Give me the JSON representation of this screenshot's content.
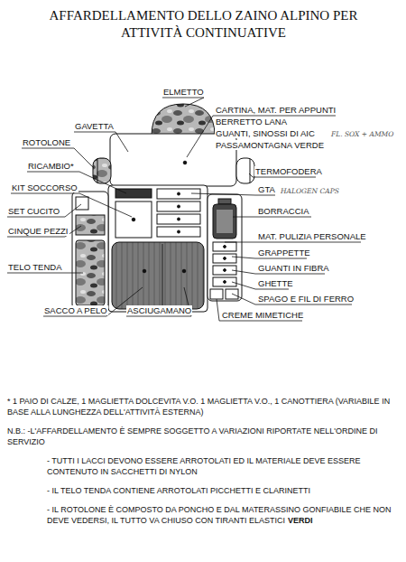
{
  "diagram": {
    "title": "AFFARDELLAMENTO DELLO ZAINO ALPINO PER ATTIVITÀ CONTINUATIVE",
    "labels": [
      "ELMETTO",
      "GAVETTA",
      "ROTOLONE",
      "RICAMBIO*",
      "KIT SOCCORSO",
      "SET CUCITO",
      "CINQUE PEZZI",
      "TELO TENDA",
      "SACCO A PELO",
      "ASCIUGAMANO",
      "CARTINA, MAT. PER APPUNTI",
      "BERRETTO LANA",
      "GUANTI, SINOSSI DI AIC",
      "PASSAMONTAGNA VERDE",
      "FL. SOX + AMMO",
      "TERMOFODERA",
      "GTA",
      "HALOGEN CAPS",
      "BORRACCIA",
      "MAT. PULIZIA PERSONALE",
      "GRAPPETTE",
      "GUANTI IN FIBRA",
      "GHETTE",
      "SPAGO E FIL DI FERRO",
      "CREME MIMETICHE",
      "* 1 PAIO DI CALZE, 1 MAGLIETTA DOLCEVITA V.O. 1 MAGLIETTA V.O., 1 CANOTTIERA (VARIABILE IN BASE ALLA LUNGHEZZA DELL'ATTIVITÀ ESTERNA)",
      "N.B.: -L'AFFARDELLAMENTO È SEMPRE SOGGETTO A VARIAZIONI RIPORTATE NELL'ORDINE DI SERVIZIO",
      "- TUTTI I LACCI DEVONO ESSERE ARROTOLATI ED IL MATERIALE DEVE ESSERE CONTENUTO IN SACCHETTI DI NYLON",
      "- IL TELO TENDA CONTIENE ARROTOLATI PICCHETTI E CLARINETTI",
      "- IL ROTOLONE È COMPOSTO DA PONCHO E DAL MATERASSINO GONFIABILE CHE NON DEVE VEDERSI, IL TUTTO VA CHIUSO CON TIRANTI ELASTICI",
      "VERDI"
    ]
  }
}
